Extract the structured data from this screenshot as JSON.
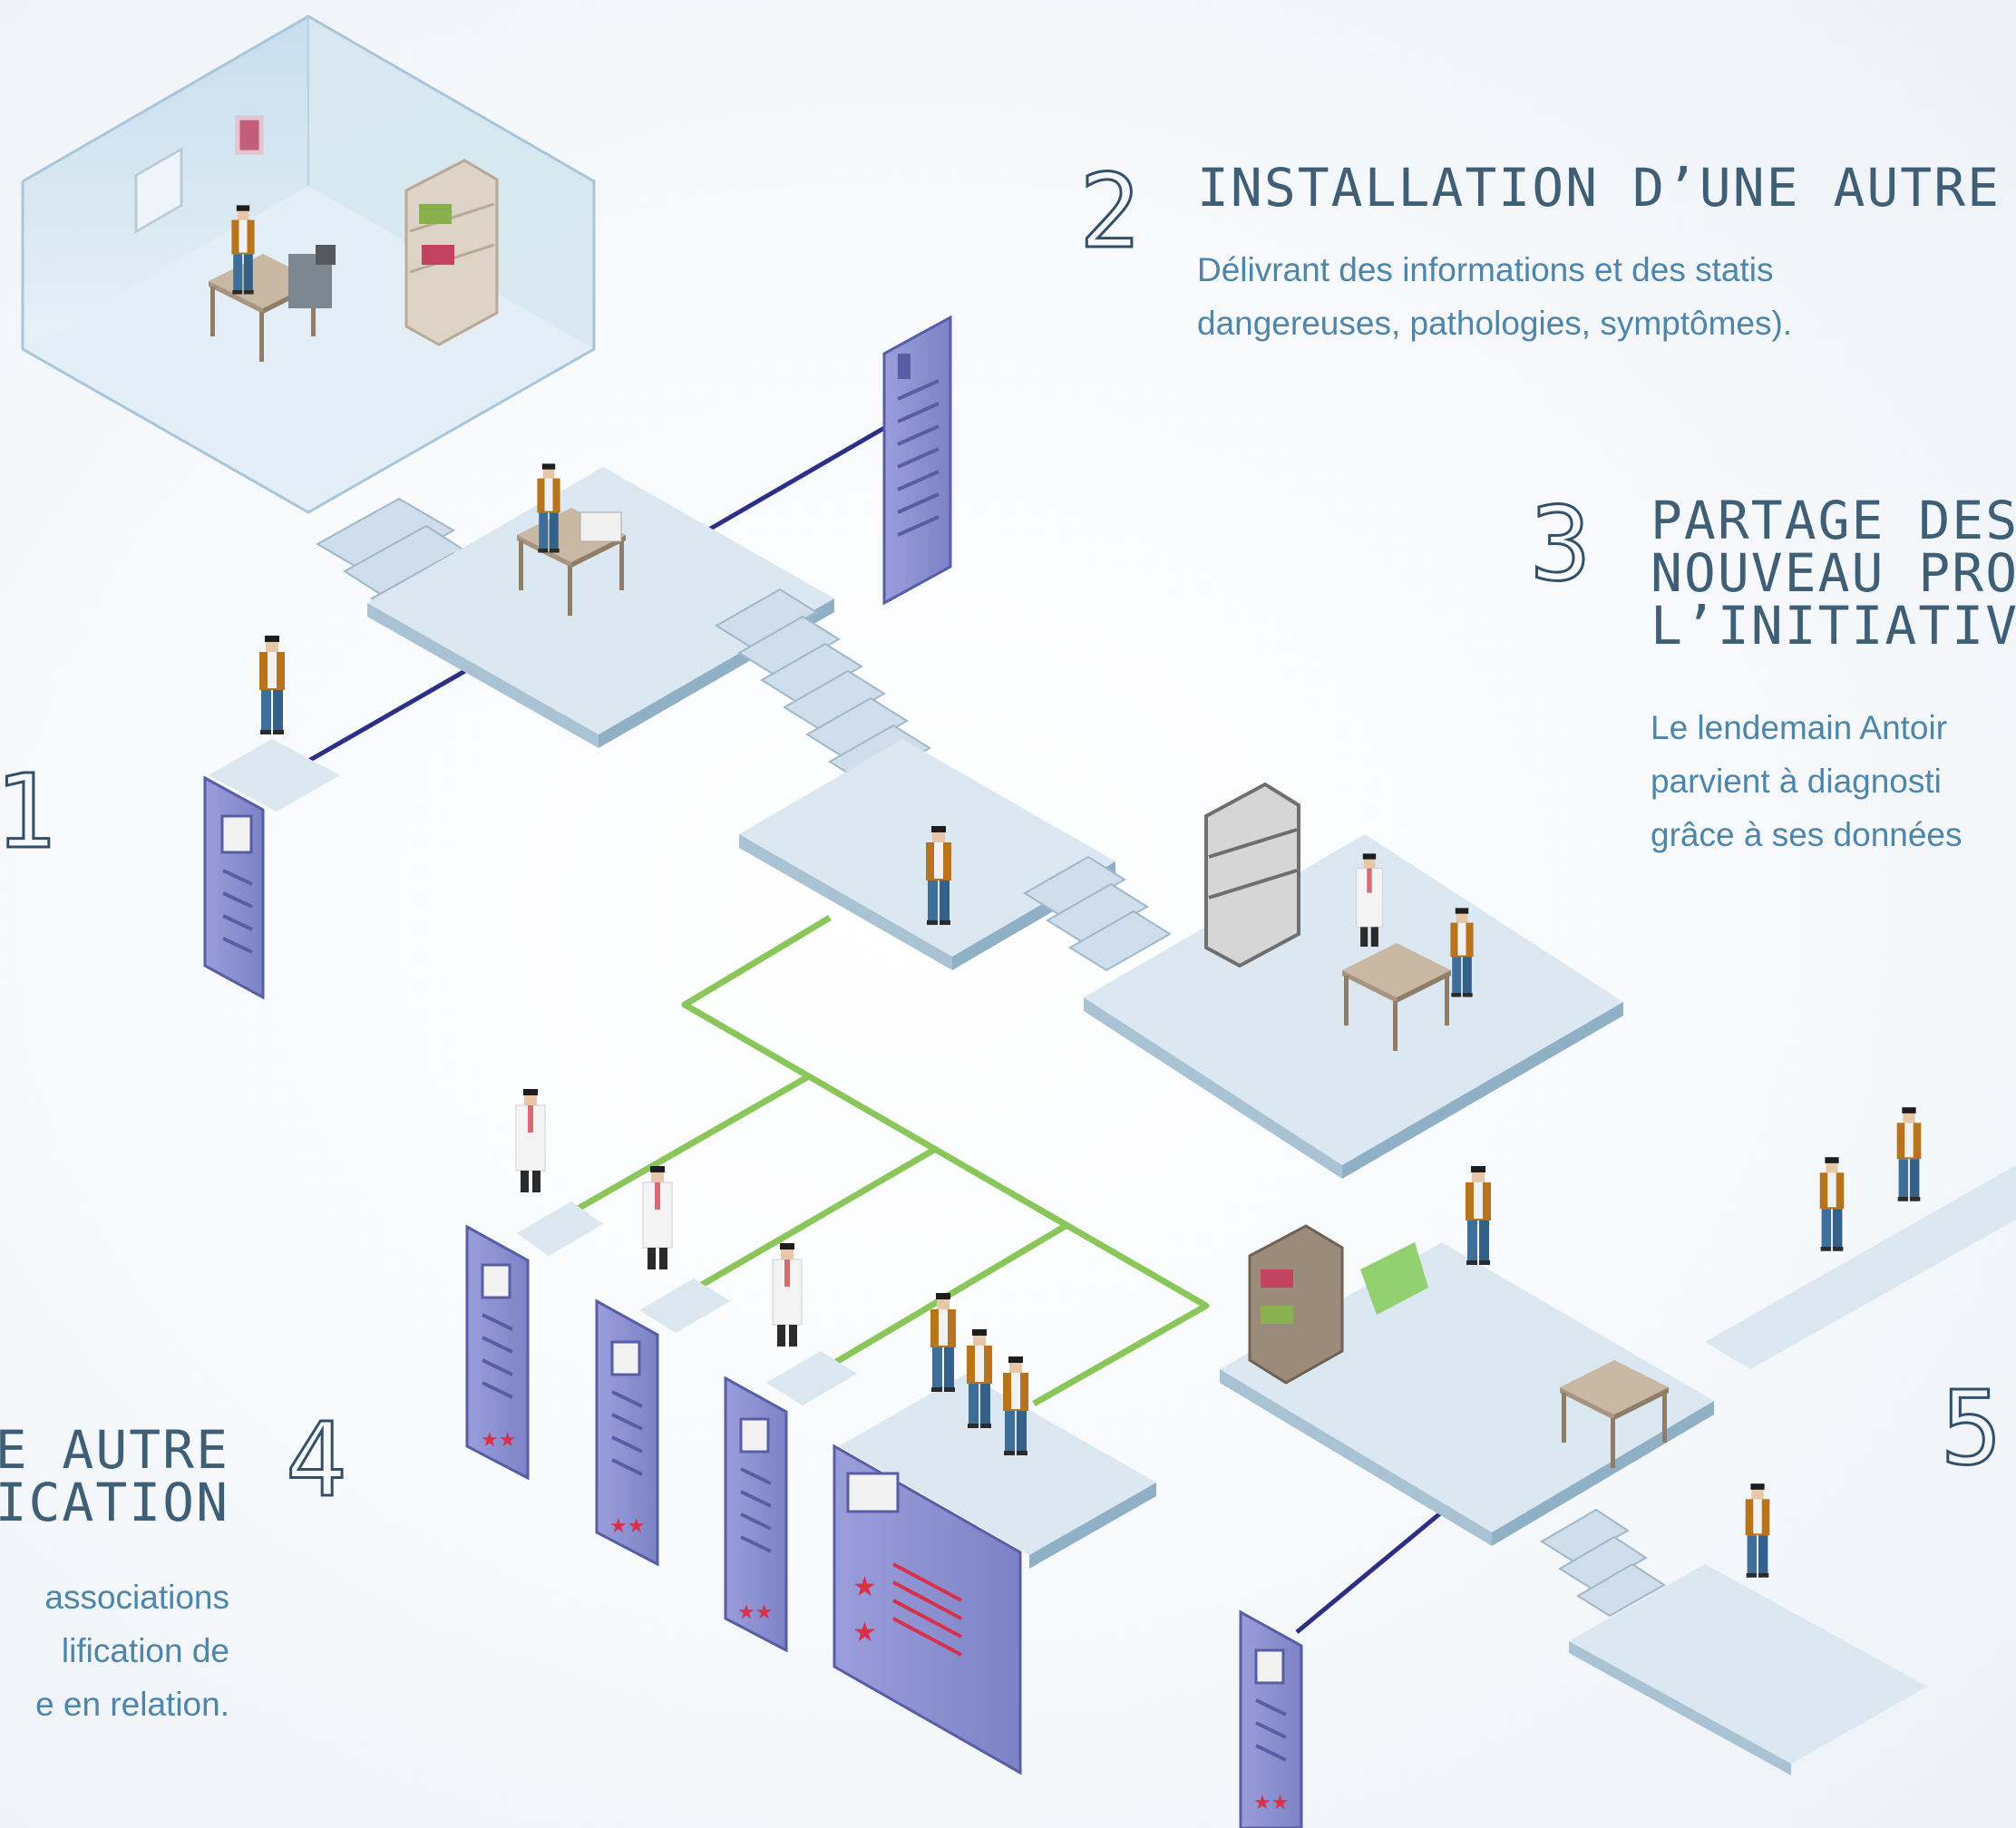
{
  "steps": {
    "s1": {
      "number": "1"
    },
    "s2": {
      "number": "2",
      "title": "INSTALLATION D’UNE AUTRE A",
      "desc": [
        "Délivrant  des  informations  et  des  statis",
        "dangereuses, pathologies, symptômes)."
      ]
    },
    "s3": {
      "number": "3",
      "title": [
        "PARTAGE DES",
        "NOUVEAU PRO",
        "L’INITIATIVE"
      ],
      "desc": [
        "Le lendemain Antoir",
        "parvient  à  diagnosti",
        "grâce à ses données"
      ]
    },
    "s4": {
      "number": "4",
      "title": [
        "E AUTRE",
        "ICATION"
      ],
      "desc": [
        "associations",
        "lification  de",
        "e en relation."
      ]
    },
    "s5": {
      "number": "5"
    }
  },
  "colors": {
    "platform_top": "#dbe7f1",
    "platform_side": "#a9c2d4",
    "room_wall": "#cfe1ee",
    "panel": "#8e92d1",
    "panel_dark": "#585da6",
    "connector_blue": "#2d2f86",
    "connector_green": "#8ac65a",
    "accent_red": "#d9304a",
    "jacket": "#b8731d",
    "jeans": "#3e6f9a",
    "wood": "#c9b8a3"
  }
}
